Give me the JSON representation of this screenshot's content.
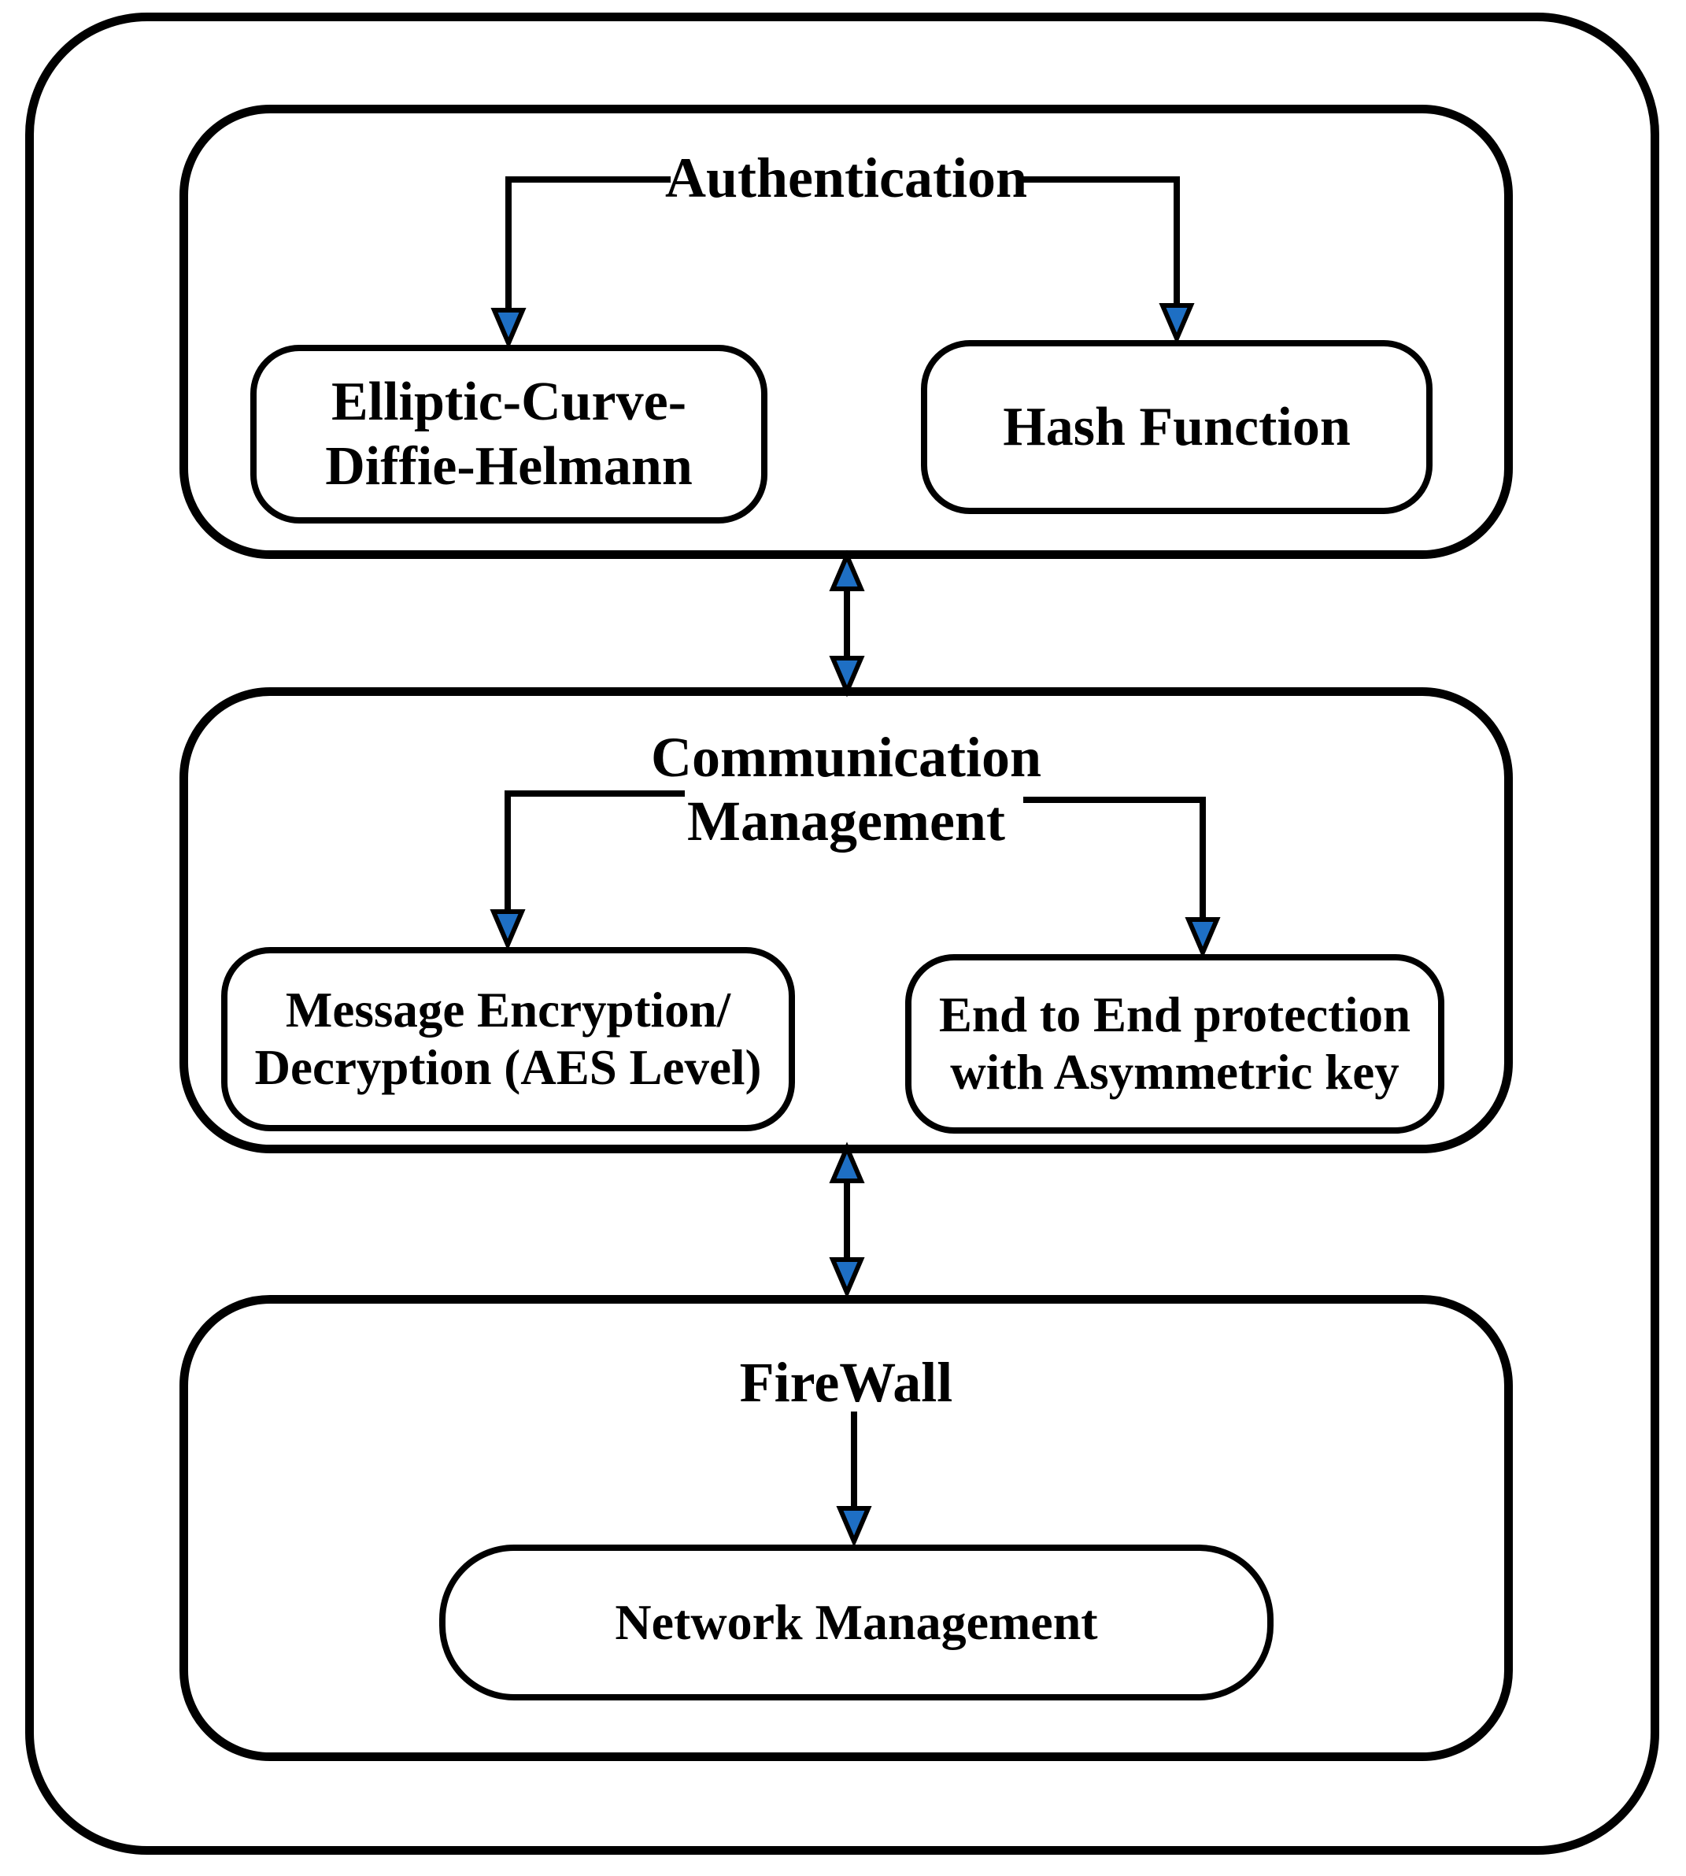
{
  "figure": {
    "type": "block-diagram",
    "sections": [
      {
        "id": "authentication",
        "title_lines": [
          "Authentication"
        ],
        "boxes": [
          {
            "id": "elliptic-curve-diffie-helmann",
            "lines": [
              "Elliptic-Curve-",
              "Diffie-Helmann"
            ]
          },
          {
            "id": "hash-function",
            "lines": [
              "Hash Function"
            ]
          }
        ]
      },
      {
        "id": "communication-management",
        "title_lines": [
          "Communication",
          "Management"
        ],
        "boxes": [
          {
            "id": "message-encryption-decryption",
            "lines": [
              "Message Encryption/",
              "Decryption (AES Level)"
            ]
          },
          {
            "id": "end-to-end-protection",
            "lines": [
              "End to End protection",
              "with Asymmetric key"
            ]
          }
        ]
      },
      {
        "id": "firewall",
        "title_lines": [
          "FireWall"
        ],
        "boxes": [
          {
            "id": "network-management",
            "lines": [
              "Network Management"
            ]
          }
        ]
      }
    ],
    "connectors": [
      {
        "from": "Authentication",
        "to": "Elliptic-Curve-Diffie-Helmann",
        "style": "single-arrow"
      },
      {
        "from": "Authentication",
        "to": "Hash Function",
        "style": "single-arrow"
      },
      {
        "from": "Authentication section",
        "to": "Communication Management section",
        "style": "double-arrow"
      },
      {
        "from": "Communication Management",
        "to": "Message Encryption/Decryption (AES Level)",
        "style": "single-arrow"
      },
      {
        "from": "Communication Management",
        "to": "End to End protection with Asymmetric key",
        "style": "single-arrow"
      },
      {
        "from": "Communication Management section",
        "to": "FireWall section",
        "style": "double-arrow"
      },
      {
        "from": "FireWall",
        "to": "Network Management",
        "style": "single-arrow"
      }
    ],
    "colors": {
      "line": "#000000",
      "arrowhead_fill": "#1e6fc4",
      "background": "#ffffff"
    }
  }
}
